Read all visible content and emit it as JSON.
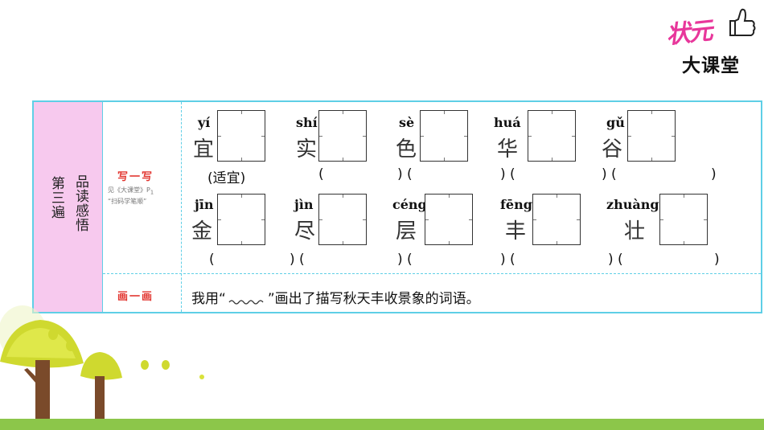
{
  "logo": {
    "top_text": "状元",
    "bottom_text": "大课堂"
  },
  "left_column": {
    "step": "第三遍",
    "title": "品读感悟"
  },
  "write_section": {
    "label": "写一写",
    "note_line1": "见《大课堂》P",
    "note_sub": "1",
    "note_line2": "“扫码学笔顺”"
  },
  "row1": [
    {
      "pinyin": "yí",
      "char": "宜",
      "answer": "适宜"
    },
    {
      "pinyin": "shí",
      "char": "实",
      "answer": ""
    },
    {
      "pinyin": "sè",
      "char": "色",
      "answer": ""
    },
    {
      "pinyin": "huá",
      "char": "华",
      "answer": ""
    },
    {
      "pinyin": "gǔ",
      "char": "谷",
      "answer": ""
    }
  ],
  "row2": [
    {
      "pinyin": "jīn",
      "char": "金",
      "answer": ""
    },
    {
      "pinyin": "jìn",
      "char": "尽",
      "answer": ""
    },
    {
      "pinyin": "céng",
      "char": "层",
      "answer": ""
    },
    {
      "pinyin": "fēng",
      "char": "丰",
      "answer": ""
    },
    {
      "pinyin": "zhuàng",
      "char": "壮",
      "answer": ""
    }
  ],
  "draw_section": {
    "label": "画一画",
    "instruction_before": "我用“",
    "instruction_after": "”画出了描写秋天丰收景象的词语。"
  },
  "colors": {
    "border": "#5fcfe6",
    "left_bg": "#f7c9ee",
    "label_red": "#e2352f",
    "logo_pink": "#e8379b",
    "ground": "#8cc64a"
  }
}
